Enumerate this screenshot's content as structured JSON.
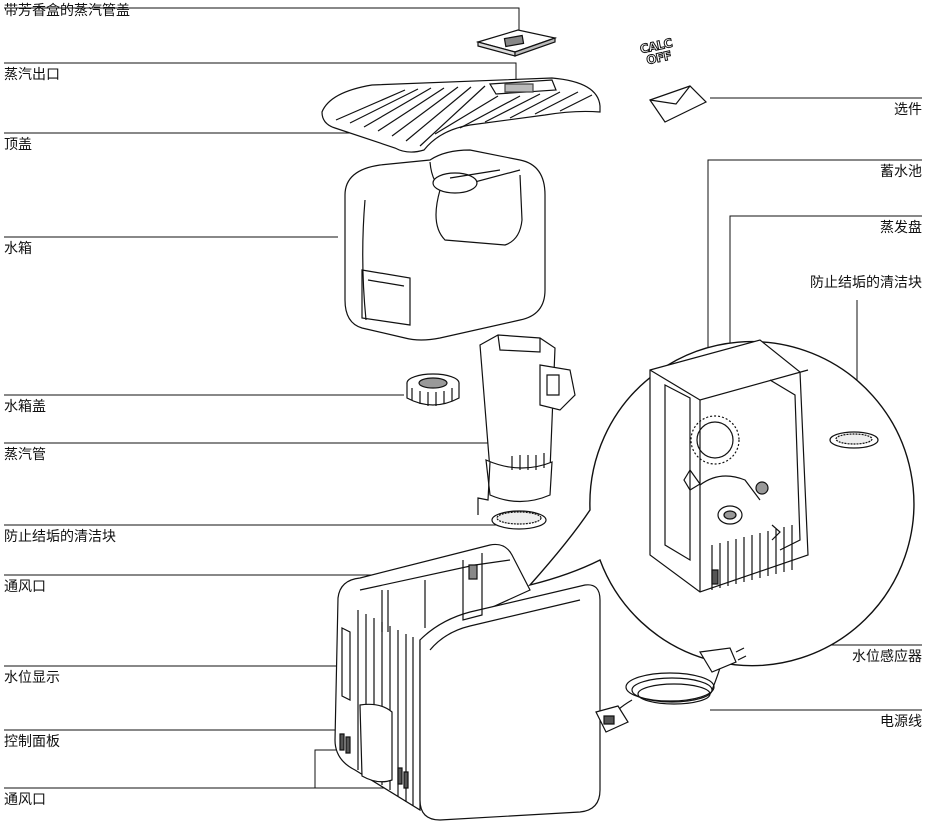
{
  "labels": {
    "steam_pipe_cap": "带芳香盒的蒸汽管盖",
    "steam_outlet": "蒸汽出口",
    "top_cover": "顶盖",
    "water_tank": "水箱",
    "tank_cap": "水箱盖",
    "steam_pipe": "蒸汽管",
    "anti_scale_pad_left": "防止结垢的清洁块",
    "vent_upper": "通风口",
    "water_level_indicator": "水位显示",
    "control_panel": "控制面板",
    "vent_lower": "通风口",
    "optional": "选件",
    "reservoir": "蓄水池",
    "evaporation_tray": "蒸发盘",
    "anti_scale_pad_right": "防止结垢的清洁块",
    "water_level_sensor": "水位感应器",
    "power_cord": "电源线"
  },
  "calc_off_badge": {
    "line1": "CALC",
    "line2": "OFF"
  },
  "colors": {
    "line": "#111111",
    "background": "#ffffff"
  }
}
